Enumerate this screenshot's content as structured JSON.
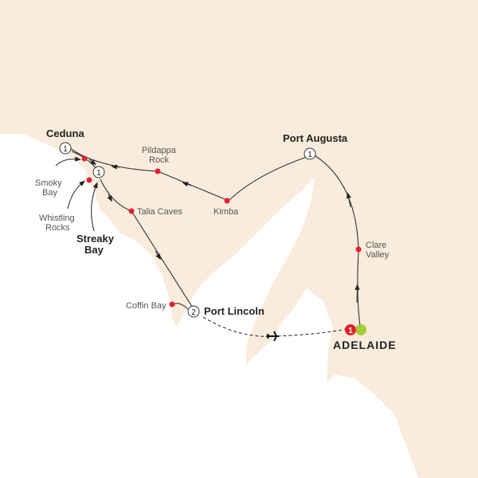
{
  "colors": {
    "land": "#f9ecdc",
    "sea": "#ffffff",
    "stop": "#e3202b",
    "start": "#a6cb3a",
    "route": "#333333"
  },
  "places": {
    "ceduna": {
      "name": "Ceduna",
      "nights": "1"
    },
    "streaky": {
      "name1": "Streaky",
      "name2": "Bay",
      "nights": "1"
    },
    "smoky": {
      "name1": "Smoky",
      "name2": "Bay"
    },
    "whistling": {
      "name1": "Whistling",
      "name2": "Rocks"
    },
    "talia": {
      "name": "Talia Caves"
    },
    "pildappa": {
      "name1": "Pildappa",
      "name2": "Rock"
    },
    "kimba": {
      "name": "Kimba"
    },
    "augusta": {
      "name": "Port Augusta",
      "nights": "1"
    },
    "clare": {
      "name1": "Clare",
      "name2": "Valley"
    },
    "lincoln": {
      "name": "Port Lincoln",
      "nights": "2"
    },
    "coffin": {
      "name": "Coffin Bay"
    },
    "adelaide": {
      "name": "ADELAIDE",
      "nights": "1"
    }
  }
}
